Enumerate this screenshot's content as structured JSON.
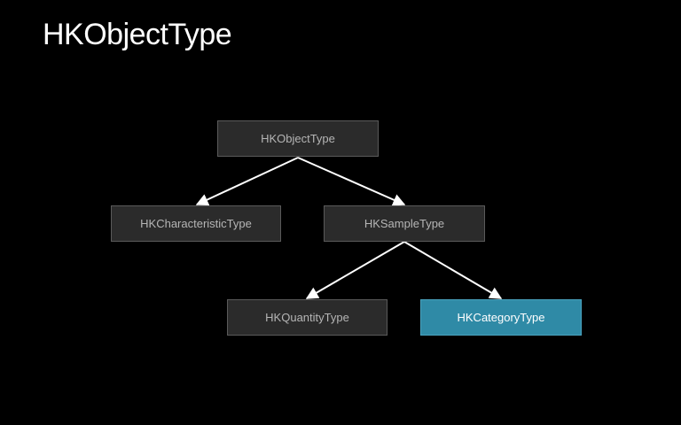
{
  "title": "HKObjectType",
  "colors": {
    "background": "#000000",
    "node_fill": "#2b2b2b",
    "node_border": "#5a5a5a",
    "node_text": "#b5b5b5",
    "highlight_fill": "#2f8aa6",
    "highlight_text": "#ffffff",
    "edge": "#ffffff"
  },
  "nodes": {
    "root": {
      "label": "HKObjectType",
      "highlighted": false
    },
    "characteristic": {
      "label": "HKCharacteristicType",
      "highlighted": false
    },
    "sample": {
      "label": "HKSampleType",
      "highlighted": false
    },
    "quantity": {
      "label": "HKQuantityType",
      "highlighted": false
    },
    "category": {
      "label": "HKCategoryType",
      "highlighted": true
    }
  },
  "edges": [
    {
      "from": "root",
      "to": "characteristic"
    },
    {
      "from": "root",
      "to": "sample"
    },
    {
      "from": "sample",
      "to": "quantity"
    },
    {
      "from": "sample",
      "to": "category"
    }
  ]
}
